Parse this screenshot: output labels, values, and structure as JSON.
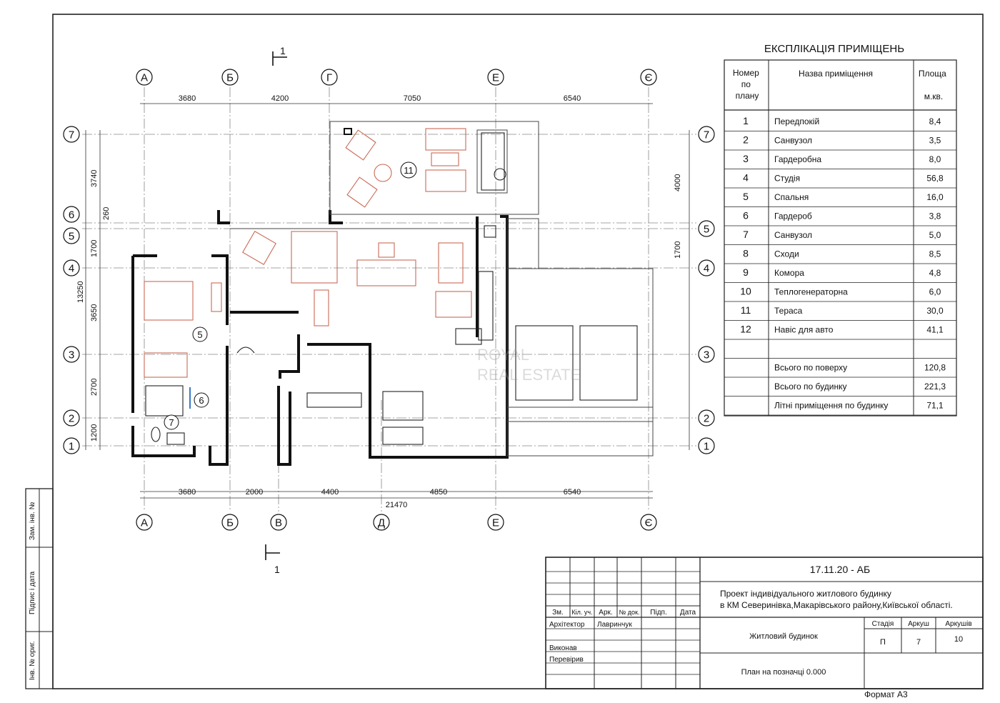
{
  "explication": {
    "title": "ЕКСПЛІКАЦІЯ ПРИМІЩЕНЬ",
    "headers": {
      "num": "Номер по плану",
      "name": "Назва приміщення",
      "area": "Площа м.кв."
    },
    "rows": [
      {
        "num": "1",
        "name": "Передпокій",
        "area": "8,4"
      },
      {
        "num": "2",
        "name": "Санвузол",
        "area": "3,5"
      },
      {
        "num": "3",
        "name": "Гардеробна",
        "area": "8,0"
      },
      {
        "num": "4",
        "name": "Студія",
        "area": "56,8"
      },
      {
        "num": "5",
        "name": "Спальня",
        "area": "16,0"
      },
      {
        "num": "6",
        "name": "Гардероб",
        "area": "3,8"
      },
      {
        "num": "7",
        "name": "Санвузол",
        "area": "5,0"
      },
      {
        "num": "8",
        "name": "Сходи",
        "area": "8,5"
      },
      {
        "num": "9",
        "name": "Комора",
        "area": "4,8"
      },
      {
        "num": "10",
        "name": "Теплогенераторна",
        "area": "6,0"
      },
      {
        "num": "11",
        "name": "Тераса",
        "area": "30,0"
      },
      {
        "num": "12",
        "name": "Навіс для авто",
        "area": "41,1"
      },
      {
        "num": "",
        "name": "",
        "area": ""
      },
      {
        "num": "",
        "name": "Всього по поверху",
        "area": "120,8"
      },
      {
        "num": "",
        "name": "Всього по будинку",
        "area": "221,3"
      },
      {
        "num": "",
        "name": "Літні приміщення по будинку",
        "area": "71,1"
      }
    ]
  },
  "plan": {
    "section_mark": "1",
    "axes_top": [
      "А",
      "Б",
      "Г",
      "Е",
      "Є"
    ],
    "axes_bottom": [
      "А",
      "Б",
      "В",
      "Д",
      "Е",
      "Є"
    ],
    "axes_rows": [
      "7",
      "6",
      "5",
      "4",
      "3",
      "2",
      "1"
    ],
    "dims_top": [
      "3680",
      "4200",
      "7050",
      "6540"
    ],
    "dims_bottom": [
      "3680",
      "2000",
      "4400",
      "4850",
      "6540"
    ],
    "dim_total_bottom": "21470",
    "dims_left": [
      "3740",
      "260",
      "1700",
      "3650",
      "2700",
      "1200"
    ],
    "dim_total_left": "13250",
    "dims_right": [
      "4000",
      "1700"
    ],
    "room_labels": [
      "11",
      "5",
      "6",
      "7"
    ],
    "watermark": {
      "line1": "ROYAL",
      "line2": "REAL ESTATE"
    }
  },
  "side_stamp": [
    "Інв. № ориг.",
    "Підпис і дата",
    "Зам. інв. №"
  ],
  "title_block": {
    "code": "17.11.20 - АБ",
    "project": "Проект індивідуального житлового будинку",
    "location": "в КМ Северинівка,Макарівського району,Київської області.",
    "columns": [
      "Зм.",
      "Кіл. уч.",
      "Арк.",
      "№ док.",
      "Підп.",
      "Дата"
    ],
    "roles": [
      {
        "role": "Архітектор",
        "name": "Лавринчук"
      },
      {
        "role": "Виконав",
        "name": ""
      },
      {
        "role": "Перевірив",
        "name": ""
      }
    ],
    "building": "Житловий будинок",
    "stage_headers": [
      "Стадія",
      "Аркуш",
      "Аркушів"
    ],
    "stage_values": [
      "П",
      "7",
      "10"
    ],
    "sheet_name": "План на позначці 0.000",
    "format": "Формат А3"
  }
}
